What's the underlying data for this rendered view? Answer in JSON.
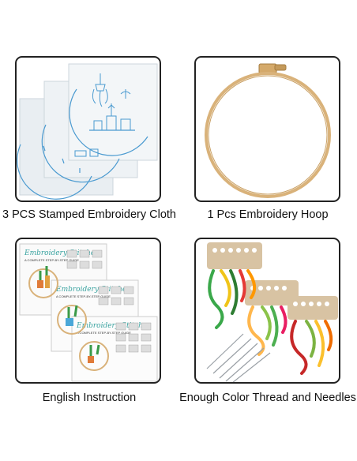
{
  "items": [
    {
      "caption": "3 PCS Stamped Embroidery Cloth",
      "image": "stamped-cloth-sheets"
    },
    {
      "caption": "1 Pcs Embroidery Hoop",
      "image": "wooden-hoop"
    },
    {
      "caption": "English Instruction",
      "image": "instruction-booklets"
    },
    {
      "caption": "Enough Color Thread and Needles",
      "image": "thread-skeins-and-needles"
    }
  ],
  "booklet_title": "Embroidery Stitches",
  "booklet_subtitle": "A COMPLETE STEP-BY-STEP GUIDE",
  "colors": {
    "border": "#222222",
    "pattern": "#4a9ad0",
    "hoop": "#d9b27a",
    "cloth": "#eef2f5"
  }
}
